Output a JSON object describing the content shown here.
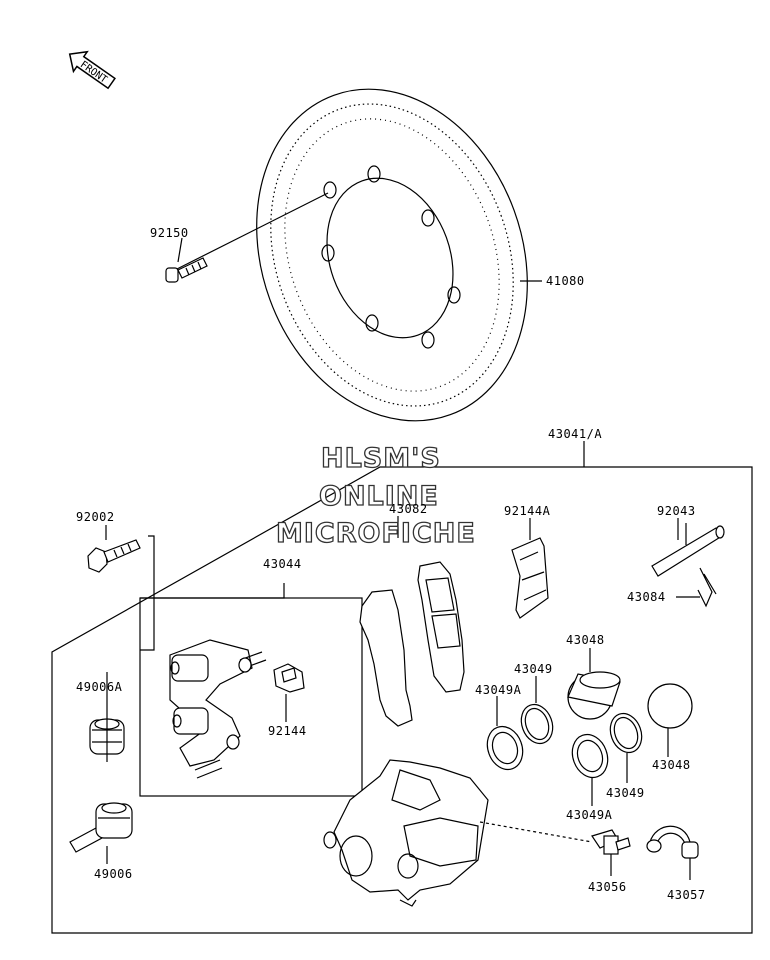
{
  "front_arrow": {
    "text": "FRONT"
  },
  "watermark": {
    "line1": "HLSM'S",
    "line2": "ONLINE",
    "line3": "MICROFICHE"
  },
  "labels": {
    "p92150": "92150",
    "p41080": "41080",
    "p43041A": "43041/A",
    "p92002": "92002",
    "p43044": "43044",
    "p43082": "43082",
    "p92144A": "92144A",
    "p92043": "92043",
    "p43084": "43084",
    "p43048_top": "43048",
    "p43049_top": "43049",
    "p43049A_top": "43049A",
    "p49006A": "49006A",
    "p92144": "92144",
    "p43048_bot": "43048",
    "p43049_bot": "43049",
    "p43049A_bot": "43049A",
    "p49006": "49006",
    "p43056": "43056",
    "p43057": "43057"
  }
}
